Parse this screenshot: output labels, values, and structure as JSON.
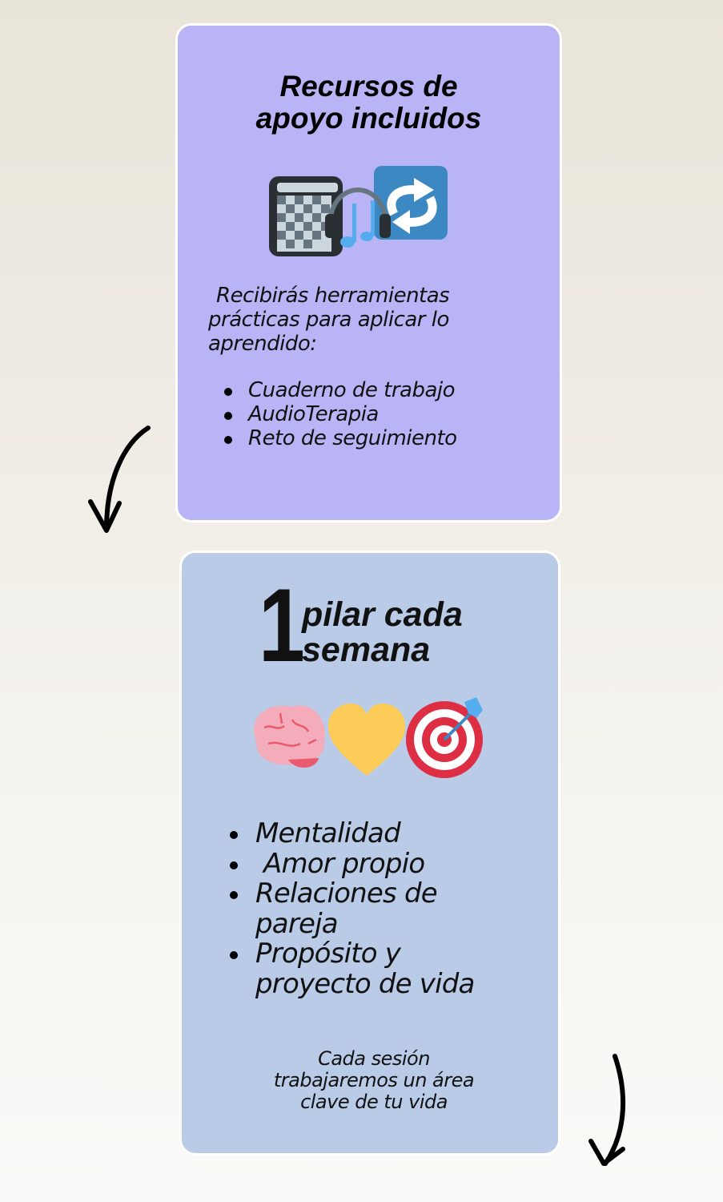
{
  "resources": {
    "title_line1": "Recursos de",
    "title_line2": "apoyo incluidos",
    "intro_line1": "Recibirás herramientas",
    "intro_line2": "prácticas para aplicar lo",
    "intro_line3": "aprendido:",
    "items": [
      "Cuaderno de trabajo",
      "AudioTerapia",
      "Reto de seguimiento"
    ]
  },
  "pillars": {
    "number": "1",
    "title_line1": "pilar cada",
    "title_line2": "semana",
    "items": [
      {
        "line1": "Mentalidad"
      },
      {
        "line1": " Amor propio"
      },
      {
        "line1": "Relaciones de",
        "line2": "pareja"
      },
      {
        "line1": "Propósito y",
        "line2": "proyecto de vida"
      }
    ],
    "footer_line1": "Cada sesión",
    "footer_line2": "trabajaremos un área",
    "footer_line3": "clave de tu vida"
  },
  "colors": {
    "card1": "#b8b4f5",
    "card2": "#b9cbe6"
  }
}
